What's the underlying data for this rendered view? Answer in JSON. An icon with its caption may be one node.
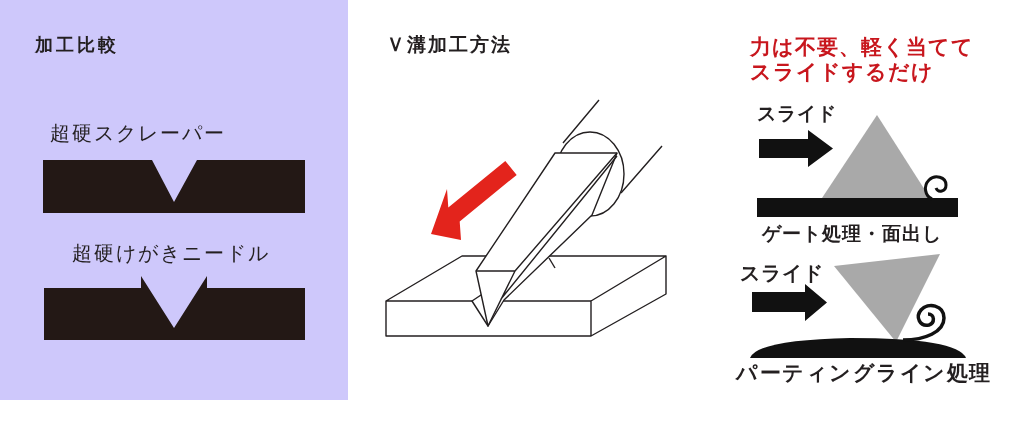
{
  "diagram": {
    "nodes": [
      {
        "text": [
          "加工比較"
        ]
      },
      {
        "text": [
          "超硬スクレーパー"
        ],
        "in": 0
      },
      {
        "text": [
          "超硬けがきニードル"
        ],
        "in": 0
      }
    ],
    "labels": [
      "Ｖ溝加工方法",
      "力は不要、軽く当ててスライドするだけ",
      "スライド",
      "ゲート処理・面出し",
      "スライド",
      "パーティングライン処理"
    ]
  }
}
